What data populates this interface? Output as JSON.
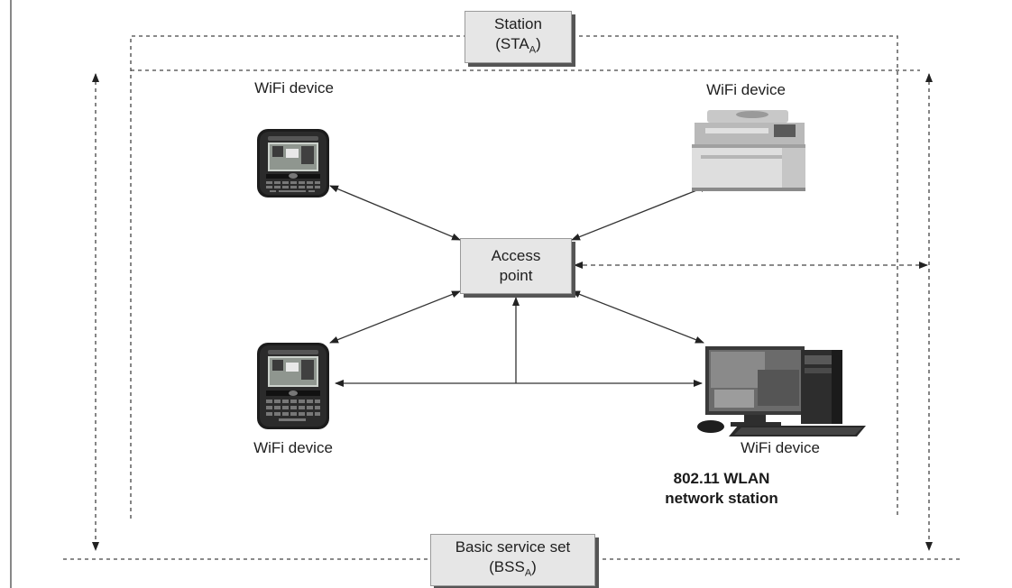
{
  "station": {
    "line1": "Station",
    "line2_main": "(STA",
    "line2_sub": "A",
    "line2_end": ")"
  },
  "bss": {
    "line1": "Basic service set",
    "line2_main": "(BSS",
    "line2_sub": "A",
    "line2_end": ")"
  },
  "access_point": {
    "line1": "Access",
    "line2": "point"
  },
  "device_labels": {
    "top_left": "WiFi device",
    "top_right": "WiFi device",
    "bottom_left": "WiFi device",
    "bottom_right": "WiFi device"
  },
  "wlan_caption": {
    "line1": "802.11 WLAN",
    "line2": "network station"
  },
  "colors": {
    "box_fill": "#e6e6e6",
    "box_shadow": "#555555",
    "line": "#333333"
  },
  "icons": {
    "top_left": "smartphone-icon",
    "top_right": "printer-icon",
    "bottom_left": "smartphone-icon",
    "bottom_right": "desktop-computer-icon"
  }
}
